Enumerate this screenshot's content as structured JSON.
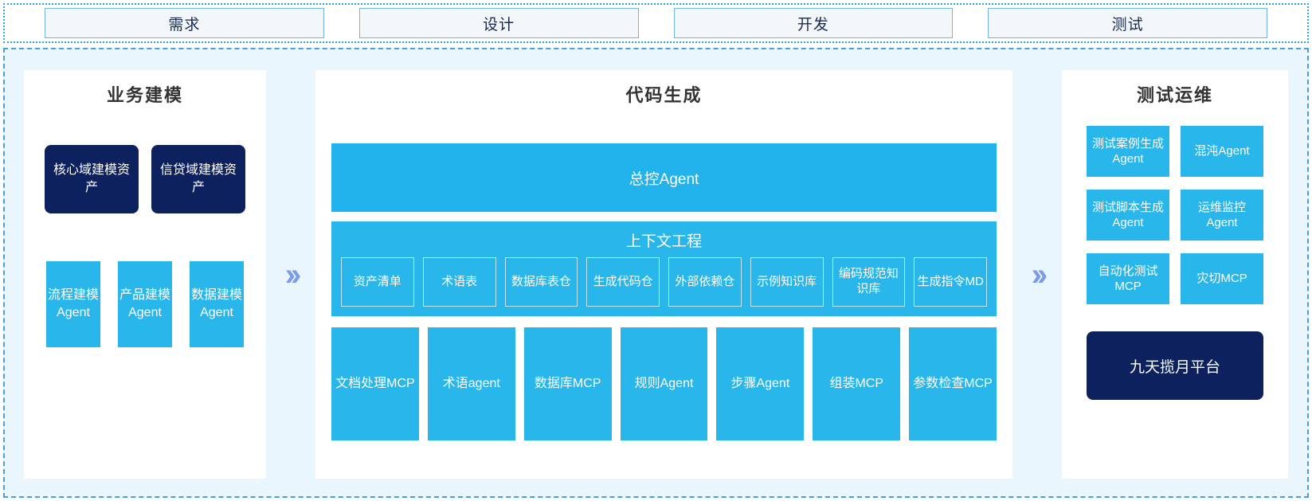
{
  "phases": [
    {
      "label": "需求"
    },
    {
      "label": "设计"
    },
    {
      "label": "开发"
    },
    {
      "label": "测试"
    }
  ],
  "left_panel": {
    "title": "业务建模",
    "assets": [
      {
        "label": "核心域建模资产"
      },
      {
        "label": "信贷域建模资产"
      }
    ],
    "agents": [
      {
        "label": "流程建模Agent"
      },
      {
        "label": "产品建模Agent"
      },
      {
        "label": "数据建模Agent"
      }
    ]
  },
  "center_panel": {
    "title": "代码生成",
    "main_agent": "总控Agent",
    "context": {
      "title": "上下文工程",
      "items": [
        {
          "label": "资产清单"
        },
        {
          "label": "术语表"
        },
        {
          "label": "数据库表仓"
        },
        {
          "label": "生成代码仓"
        },
        {
          "label": "外部依赖仓"
        },
        {
          "label": "示例知识库"
        },
        {
          "label": "编码规范知识库"
        },
        {
          "label": "生成指令MD"
        }
      ]
    },
    "tools": [
      {
        "label": "文档处理MCP"
      },
      {
        "label": "术语agent"
      },
      {
        "label": "数据库MCP"
      },
      {
        "label": "规则Agent"
      },
      {
        "label": "步骤Agent"
      },
      {
        "label": "组装MCP"
      },
      {
        "label": "参数检查MCP"
      }
    ]
  },
  "right_panel": {
    "title": "测试运维",
    "cards": [
      {
        "label": "测试案例生成Agent"
      },
      {
        "label": "混沌Agent"
      },
      {
        "label": "测试脚本生成Agent"
      },
      {
        "label": "运维监控Agent"
      },
      {
        "label": "自动化测试MCP"
      },
      {
        "label": "灾切MCP"
      }
    ],
    "platform": "九天揽月平台"
  },
  "chevron_glyph": "››",
  "colors": {
    "card_blue": "#29b6ea",
    "band_blue": "#22b2ec",
    "navy": "#0d215e",
    "chevron": "#7b9ce8",
    "band_bg": "#eaf6fe",
    "tab_border": "#6fb6d8"
  }
}
